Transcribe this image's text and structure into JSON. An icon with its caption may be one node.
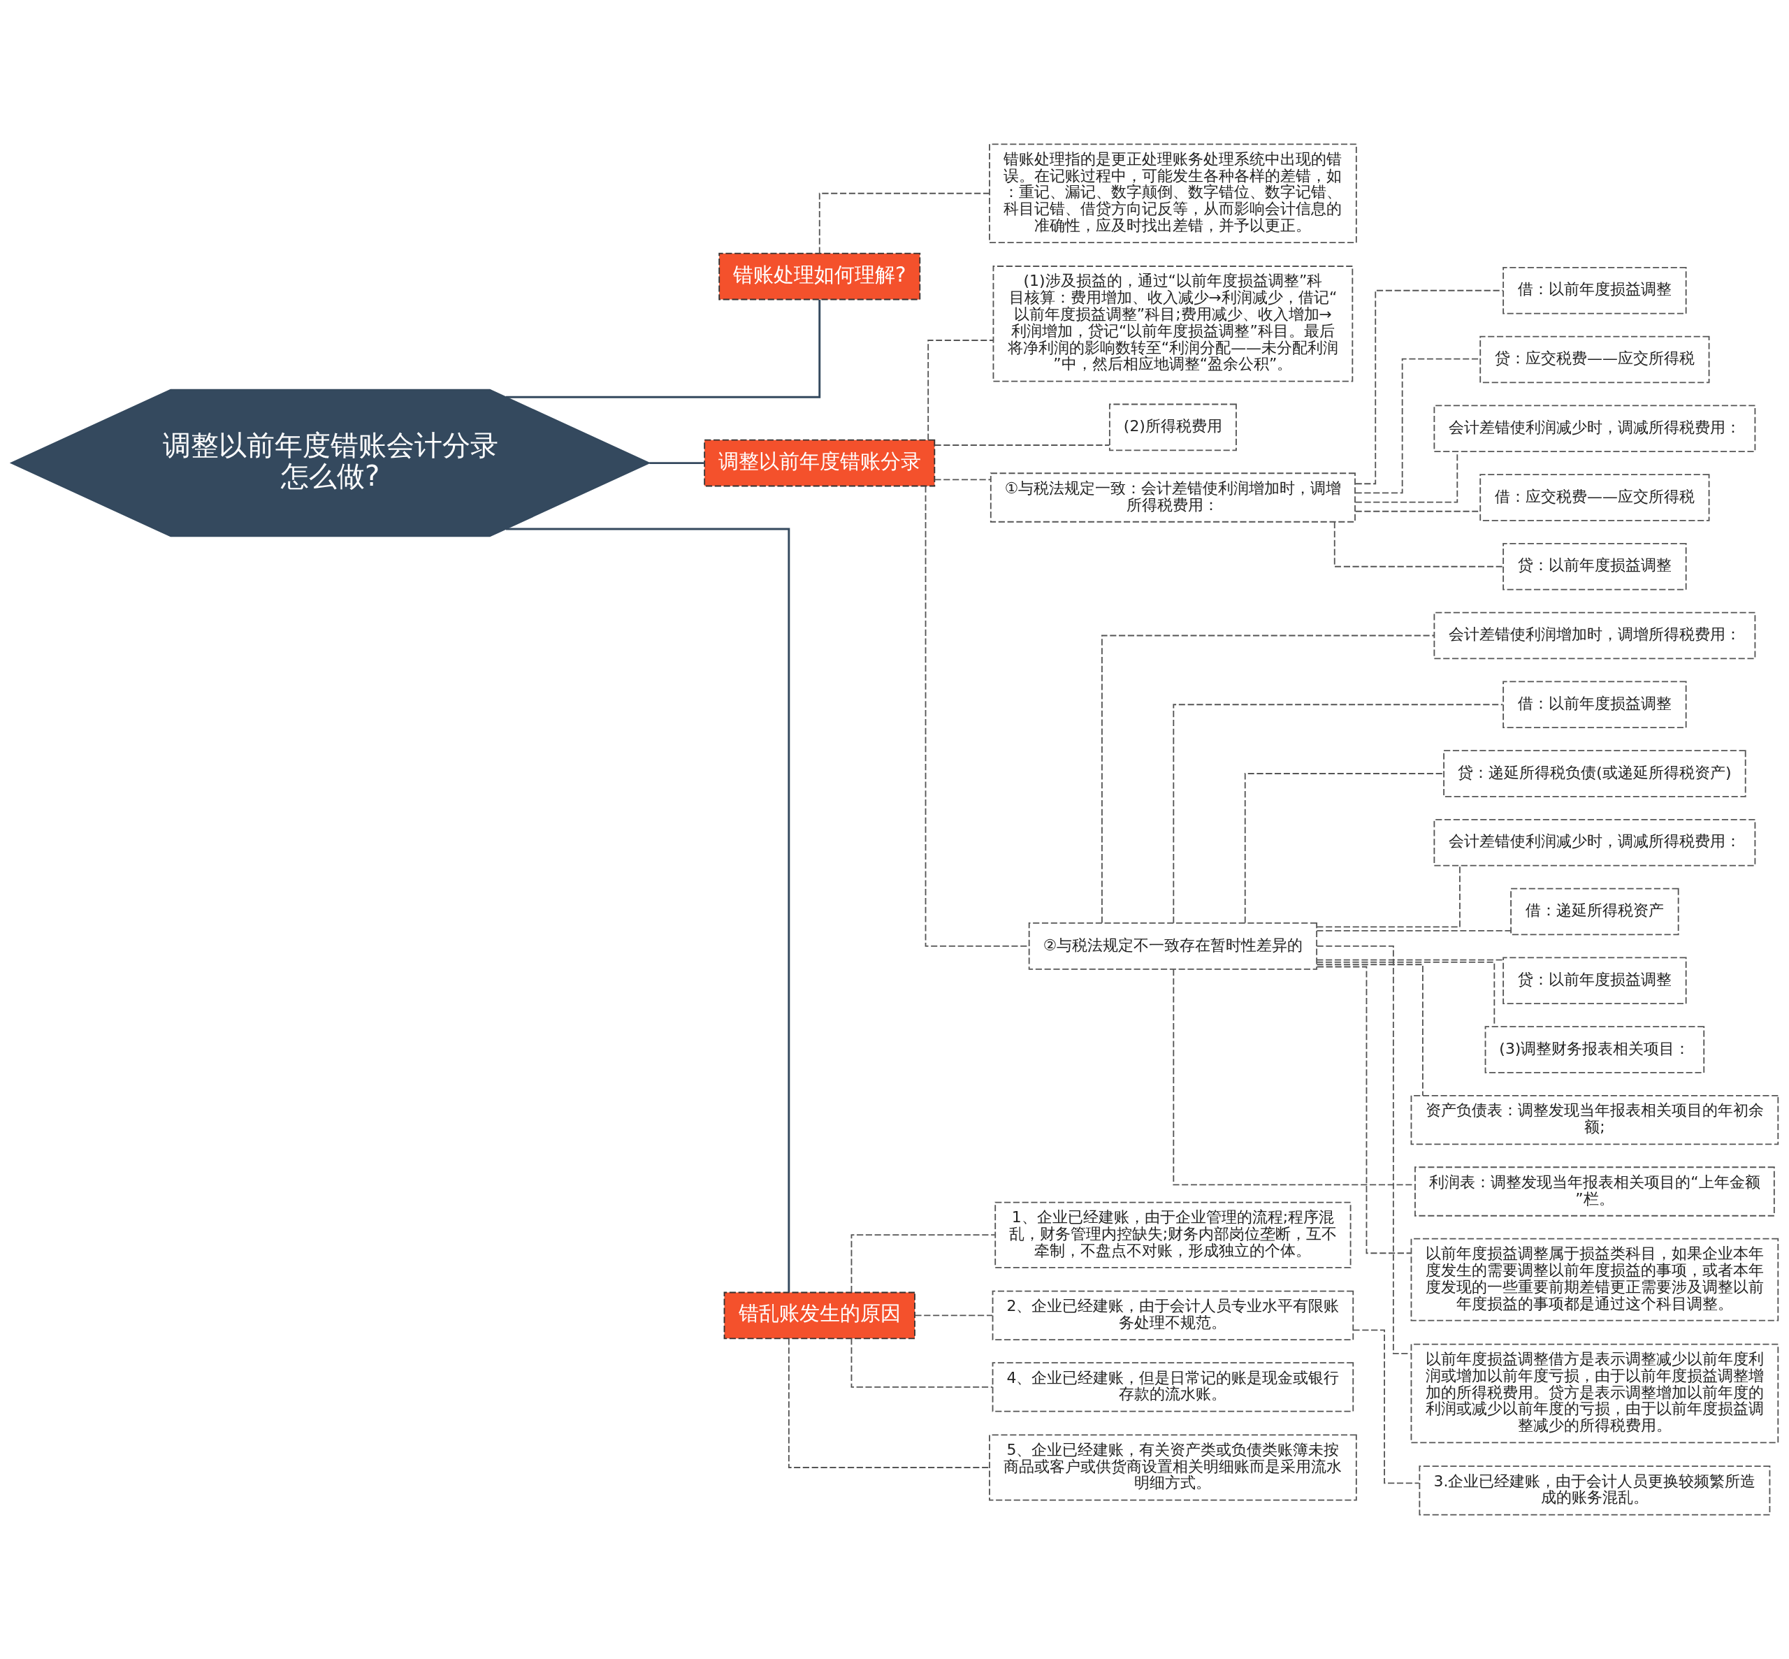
{
  "diagram": {
    "nodes": [
      {
        "text": [
          "调整以前年度错账会计分录怎么做?"
        ]
      },
      {
        "text": [
          "错账处理如何理解?"
        ]
      },
      {
        "text": [
          "错账处理指的是更正处理账务处理系统中出现的错误。在记账过程中，可能发生各种各样的差错，如：重记、漏记、数字颠倒、数字错位、数字记错、科目记错、借贷方向记反等，从而影响会计信息的准确性，应及时找出差错，并予以更正。"
        ]
      },
      {
        "text": [
          "调整以前年度错账分录"
        ]
      },
      {
        "text": [
          "(1)涉及损益的，通过“以前年度损益调整”科目核算：费用增加、收入减少→利润减少，借记“以前年度损益调整”科目;费用减少、收入增加→利润增加，贷记“以前年度损益调整”科目。最后将净利润的影响数转至“利润分配——未分配利润”中，然后相应地调整“盈余公积”。"
        ]
      },
      {
        "text": [
          "(2)所得税费用"
        ]
      },
      {
        "text": [
          "①与税法规定一致：会计差错使利润增加时，调增所得税费用："
        ]
      },
      {
        "text": [
          "借：以前年度损益调整"
        ]
      },
      {
        "text": [
          "贷：应交税费——应交所得税"
        ]
      },
      {
        "text": [
          "会计差错使利润减少时，调减所得税费用："
        ]
      },
      {
        "text": [
          "借：应交税费——应交所得税"
        ]
      },
      {
        "text": [
          "贷：以前年度损益调整"
        ]
      },
      {
        "text": [
          "②与税法规定不一致存在暂时性差异的"
        ]
      },
      {
        "text": [
          "会计差错使利润增加时，调增所得税费用："
        ]
      },
      {
        "text": [
          "借：以前年度损益调整"
        ]
      },
      {
        "text": [
          "贷：递延所得税负债(或递延所得税资产)"
        ]
      },
      {
        "text": [
          "会计差错使利润减少时，调减所得税费用："
        ]
      },
      {
        "text": [
          "借：递延所得税资产"
        ]
      },
      {
        "text": [
          "贷：以前年度损益调整"
        ]
      },
      {
        "text": [
          "(3)调整财务报表相关项目："
        ]
      },
      {
        "text": [
          "资产负债表：调整发现当年报表相关项目的年初余额;"
        ]
      },
      {
        "text": [
          "利润表：调整发现当年报表相关项目的“上年金额”栏。"
        ]
      },
      {
        "text": [
          "以前年度损益调整属于损益类科目，如果企业本年度发生的需要调整以前年度损益的事项，或者本年度发现的一些重要前期差错更正需要涉及调整以前年度损益的事项都是通过这个科目调整。"
        ]
      },
      {
        "text": [
          "以前年度损益调整借方是表示调整减少以前年度利润或增加以前年度亏损，由于以前年度损益调整增加的所得税费用。贷方是表示调整增加以前年度的利润或减少以前年度的亏损，由于以前年度损益调整减少的所得税费用。"
        ]
      },
      {
        "text": [
          "错乱账发生的原因"
        ]
      },
      {
        "text": [
          "1、企业已经建账，由于企业管理的流程;程序混乱，财务管理内控缺失;财务内部岗位垄断，互不牵制，不盘点不对账，形成独立的个体。"
        ]
      },
      {
        "text": [
          "2、企业已经建账，由于会计人员专业水平有限账务处理不规范。"
        ]
      },
      {
        "text": [
          "3.企业已经建账，由于会计人员更换较频繁所造成的账务混乱。"
        ]
      },
      {
        "text": [
          "4、企业已经建账，但是日常记的账是现金或银行存款的流水账。"
        ]
      },
      {
        "text": [
          "5、企业已经建账，有关资产类或负债类账簿未按商品或客户或供货商设置相关明细账而是采用流水明细方式。"
        ]
      }
    ],
    "edges": [
      {
        "from": 0,
        "to": 1,
        "arrow": "none"
      },
      {
        "from": 1,
        "to": 2,
        "arrow": "none",
        "style": "dashed"
      },
      {
        "from": 0,
        "to": 3,
        "arrow": "none"
      },
      {
        "from": 3,
        "to": 4,
        "arrow": "none",
        "style": "dashed"
      },
      {
        "from": 3,
        "to": 5,
        "arrow": "none",
        "style": "dashed"
      },
      {
        "from": 3,
        "to": 6,
        "arrow": "none",
        "style": "dashed"
      },
      {
        "from": 6,
        "to": 7,
        "arrow": "none",
        "style": "dashed"
      },
      {
        "from": 6,
        "to": 8,
        "arrow": "none",
        "style": "dashed"
      },
      {
        "from": 6,
        "to": 9,
        "arrow": "none",
        "style": "dashed"
      },
      {
        "from": 6,
        "to": 10,
        "arrow": "none",
        "style": "dashed"
      },
      {
        "from": 6,
        "to": 11,
        "arrow": "none",
        "style": "dashed"
      },
      {
        "from": 3,
        "to": 12,
        "arrow": "none",
        "style": "dashed"
      },
      {
        "from": 12,
        "to": 13,
        "arrow": "none",
        "style": "dashed"
      },
      {
        "from": 12,
        "to": 14,
        "arrow": "none",
        "style": "dashed"
      },
      {
        "from": 12,
        "to": 15,
        "arrow": "none",
        "style": "dashed"
      },
      {
        "from": 12,
        "to": 16,
        "arrow": "none",
        "style": "dashed"
      },
      {
        "from": 12,
        "to": 17,
        "arrow": "none",
        "style": "dashed"
      },
      {
        "from": 12,
        "to": 18,
        "arrow": "none",
        "style": "dashed"
      },
      {
        "from": 12,
        "to": 19,
        "arrow": "none",
        "style": "dashed"
      },
      {
        "from": 12,
        "to": 20,
        "arrow": "none",
        "style": "dashed"
      },
      {
        "from": 12,
        "to": 21,
        "arrow": "none",
        "style": "dashed"
      },
      {
        "from": 12,
        "to": 22,
        "arrow": "none",
        "style": "dashed"
      },
      {
        "from": 12,
        "to": 23,
        "arrow": "none",
        "style": "dashed"
      },
      {
        "from": 0,
        "to": 24,
        "arrow": "none"
      },
      {
        "from": 24,
        "to": 25,
        "arrow": "none",
        "style": "dashed"
      },
      {
        "from": 24,
        "to": 26,
        "arrow": "none",
        "style": "dashed"
      },
      {
        "from": 26,
        "to": 27,
        "arrow": "none",
        "style": "dashed"
      },
      {
        "from": 24,
        "to": 28,
        "arrow": "none",
        "style": "dashed"
      },
      {
        "from": 24,
        "to": 29,
        "arrow": "none",
        "style": "dashed"
      }
    ]
  }
}
